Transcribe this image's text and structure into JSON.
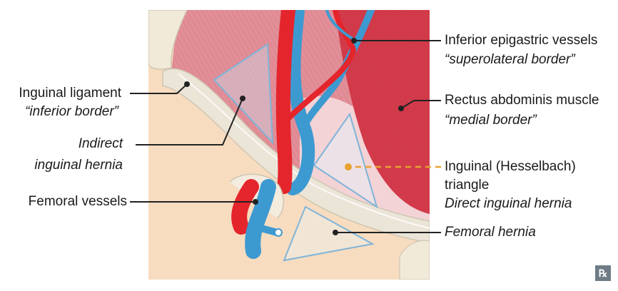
{
  "labels": {
    "inguinal_ligament": "Inguinal ligament",
    "inguinal_ligament_note": "“inferior border”",
    "indirect_1": "Indirect",
    "indirect_2": "inguinal hernia",
    "femoral_vessels": "Femoral vessels",
    "epigastric": "Inferior epigastric vessels",
    "epigastric_note": "“superolateral border”",
    "rectus": "Rectus abdominis muscle",
    "rectus_note": "“medial border”",
    "hesselbach_1": "Inguinal (Hesselbach)",
    "hesselbach_2": "triangle",
    "direct": "Direct inguinal hernia",
    "femoral_hernia": "Femoral hernia"
  },
  "badge": "℞",
  "colors": {
    "skin": "#f7dcc0",
    "muscle": "#d9707e",
    "rectus": "#d23a4a",
    "artery": "#e4252c",
    "vein": "#3d9ad1",
    "ligament": "#e9e3d6",
    "leader": "#222222",
    "triangle_marker": "#e8a230"
  }
}
